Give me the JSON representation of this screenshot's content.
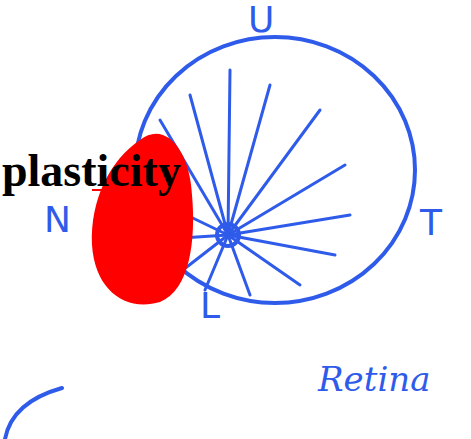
{
  "diagram": {
    "labels": [
      "plasticity",
      "U",
      "N",
      "T",
      "L",
      "Retina"
    ]
  }
}
